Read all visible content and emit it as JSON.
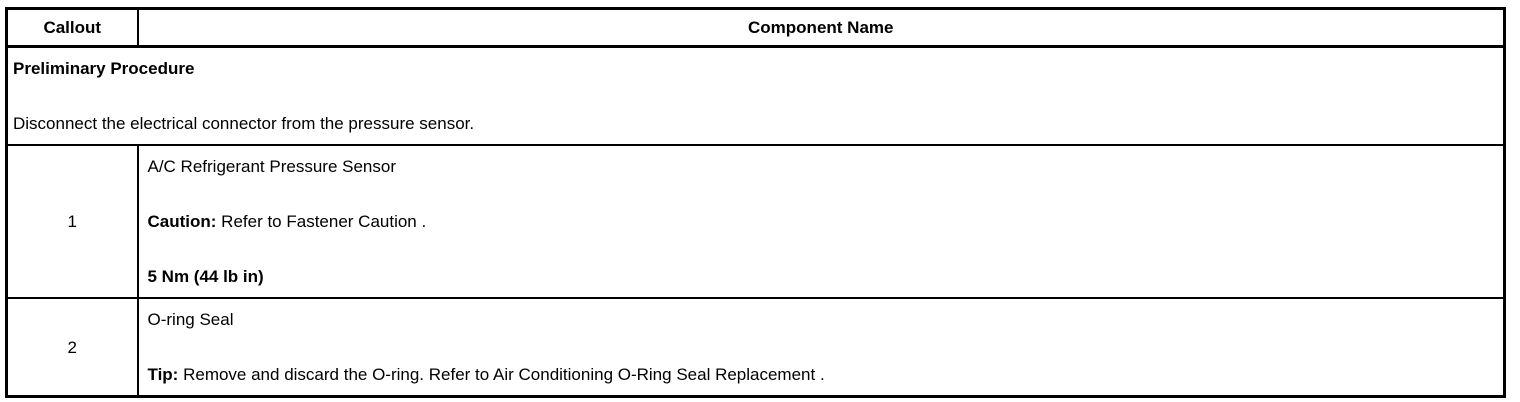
{
  "table": {
    "header": {
      "callout": "Callout",
      "component_name": "Component Name"
    },
    "preliminary": {
      "title": "Preliminary Procedure",
      "instruction": "Disconnect the electrical connector from the pressure sensor."
    },
    "rows": [
      {
        "callout": "1",
        "name": "A/C Refrigerant Pressure Sensor",
        "caution_label": "Caution:",
        "caution_text": " Refer to Fastener Caution .",
        "torque": "5 Nm (44 lb in)"
      },
      {
        "callout": "2",
        "name": "O-ring Seal",
        "tip_label": "Tip:",
        "tip_text": " Remove and discard the O-ring. Refer to Air Conditioning O-Ring Seal Replacement ."
      }
    ]
  }
}
